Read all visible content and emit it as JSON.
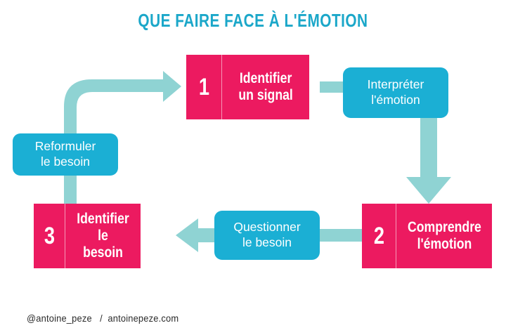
{
  "page": {
    "title": "QUE FAIRE FACE À L'ÉMOTION",
    "background_color": "#ffffff"
  },
  "colors": {
    "pink": "#EC1A60",
    "cyan": "#1BAFD4",
    "arrow_teal": "#8FD3D3",
    "title_teal": "#1BA7C9",
    "text_white": "#ffffff",
    "footer_dark": "#2b2b2b"
  },
  "steps": [
    {
      "number": "1",
      "label": "Identifier\nun signal"
    },
    {
      "number": "2",
      "label": "Comprendre\nl'émotion"
    },
    {
      "number": "3",
      "label": "Identifier le\nbesoin"
    }
  ],
  "bubbles": [
    {
      "id": "interpreter",
      "label": "Interpréter\nl'émotion"
    },
    {
      "id": "questionner",
      "label": "Questionner\nle besoin"
    },
    {
      "id": "reformuler",
      "label": "Reformuler\nle besoin"
    }
  ],
  "connectors": [
    {
      "id": "step1-to-interpreter",
      "shape": "bar-right"
    },
    {
      "id": "interpreter-to-step2",
      "shape": "arrow-down"
    },
    {
      "id": "step2-to-questionner",
      "shape": "bar-left"
    },
    {
      "id": "questionner-to-step3",
      "shape": "arrow-left"
    },
    {
      "id": "reformuler-stem",
      "shape": "bar-vertical"
    },
    {
      "id": "reformuler-to-step1",
      "shape": "curved-arrow-up-right"
    }
  ],
  "footer": {
    "handle": "@antoine_peze",
    "separator": "/",
    "site": "antoinepeze.com",
    "text": "@antoine_peze   /  antoinepeze.com"
  }
}
